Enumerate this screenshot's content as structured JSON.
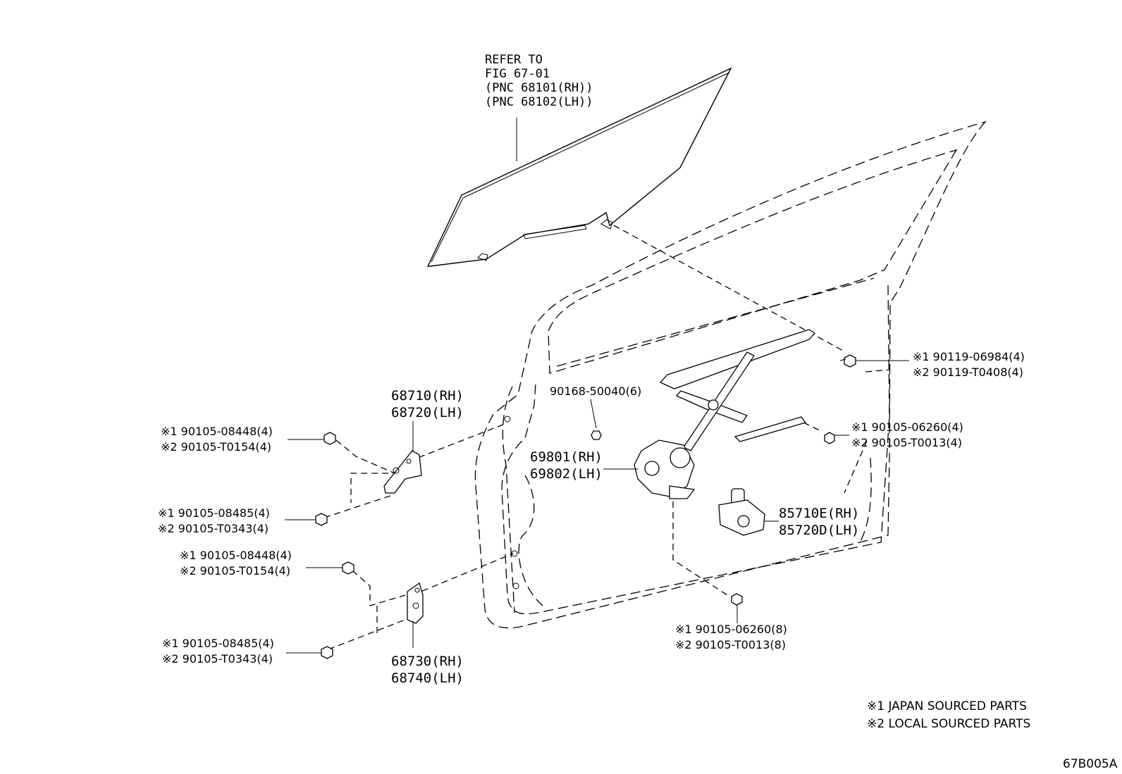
{
  "glass_ref": {
    "line1": "REFER TO",
    "line2": "FIG 67-01",
    "line3": "(PNC 68101(RH))",
    "line4": "(PNC 68102(LH))"
  },
  "labels": {
    "bolt_upper_right": {
      "l1": "※1 90119-06984(4)",
      "l2": "※2 90119-T0408(4)"
    },
    "clip_90168": {
      "l1": "90168-50040(6)"
    },
    "bolt_mid_right": {
      "l1": "※1 90105-06260(4)",
      "l2": "※2 90105-T0013(4)"
    },
    "regulator": {
      "l1": "69801(RH)",
      "l2": "69802(LH)"
    },
    "motor": {
      "l1": "85710E(RH)",
      "l2": "85720D(LH)"
    },
    "bolt_bottom": {
      "l1": "※1 90105-06260(8)",
      "l2": "※2 90105-T0013(8)"
    },
    "upper_hinge": {
      "l1": "68710(RH)",
      "l2": "68720(LH)"
    },
    "lower_hinge": {
      "l1": "68730(RH)",
      "l2": "68740(LH)"
    },
    "bolt_uh_top": {
      "l1": "※1 90105-08448(4)",
      "l2": "※2 90105-T0154(4)"
    },
    "bolt_uh_bottom": {
      "l1": "※1 90105-08485(4)",
      "l2": "※2 90105-T0343(4)"
    },
    "bolt_lh_top": {
      "l1": "※1 90105-08448(4)",
      "l2": "※2 90105-T0154(4)"
    },
    "bolt_lh_bottom": {
      "l1": "※1 90105-08485(4)",
      "l2": "※2 90105-T0343(4)"
    }
  },
  "legend": {
    "note1": "※1 JAPAN SOURCED PARTS",
    "note2": "※2 LOCAL SOURCED PARTS"
  },
  "figure_code": "67B005A"
}
